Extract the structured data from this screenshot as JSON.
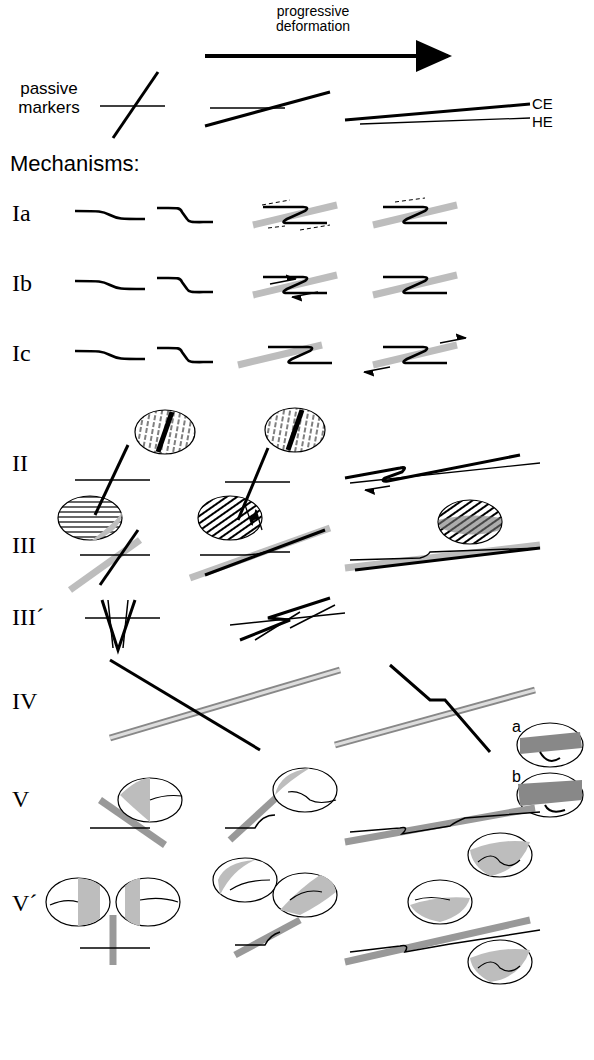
{
  "diagram": {
    "labels": [
      "progressive deformation",
      "passive markers",
      "CE",
      "HE",
      "Mechanisms:",
      "Ia",
      "Ib",
      "Ic",
      "II",
      "III",
      "III´",
      "IV",
      "V",
      "V´",
      "a",
      "b"
    ]
  }
}
